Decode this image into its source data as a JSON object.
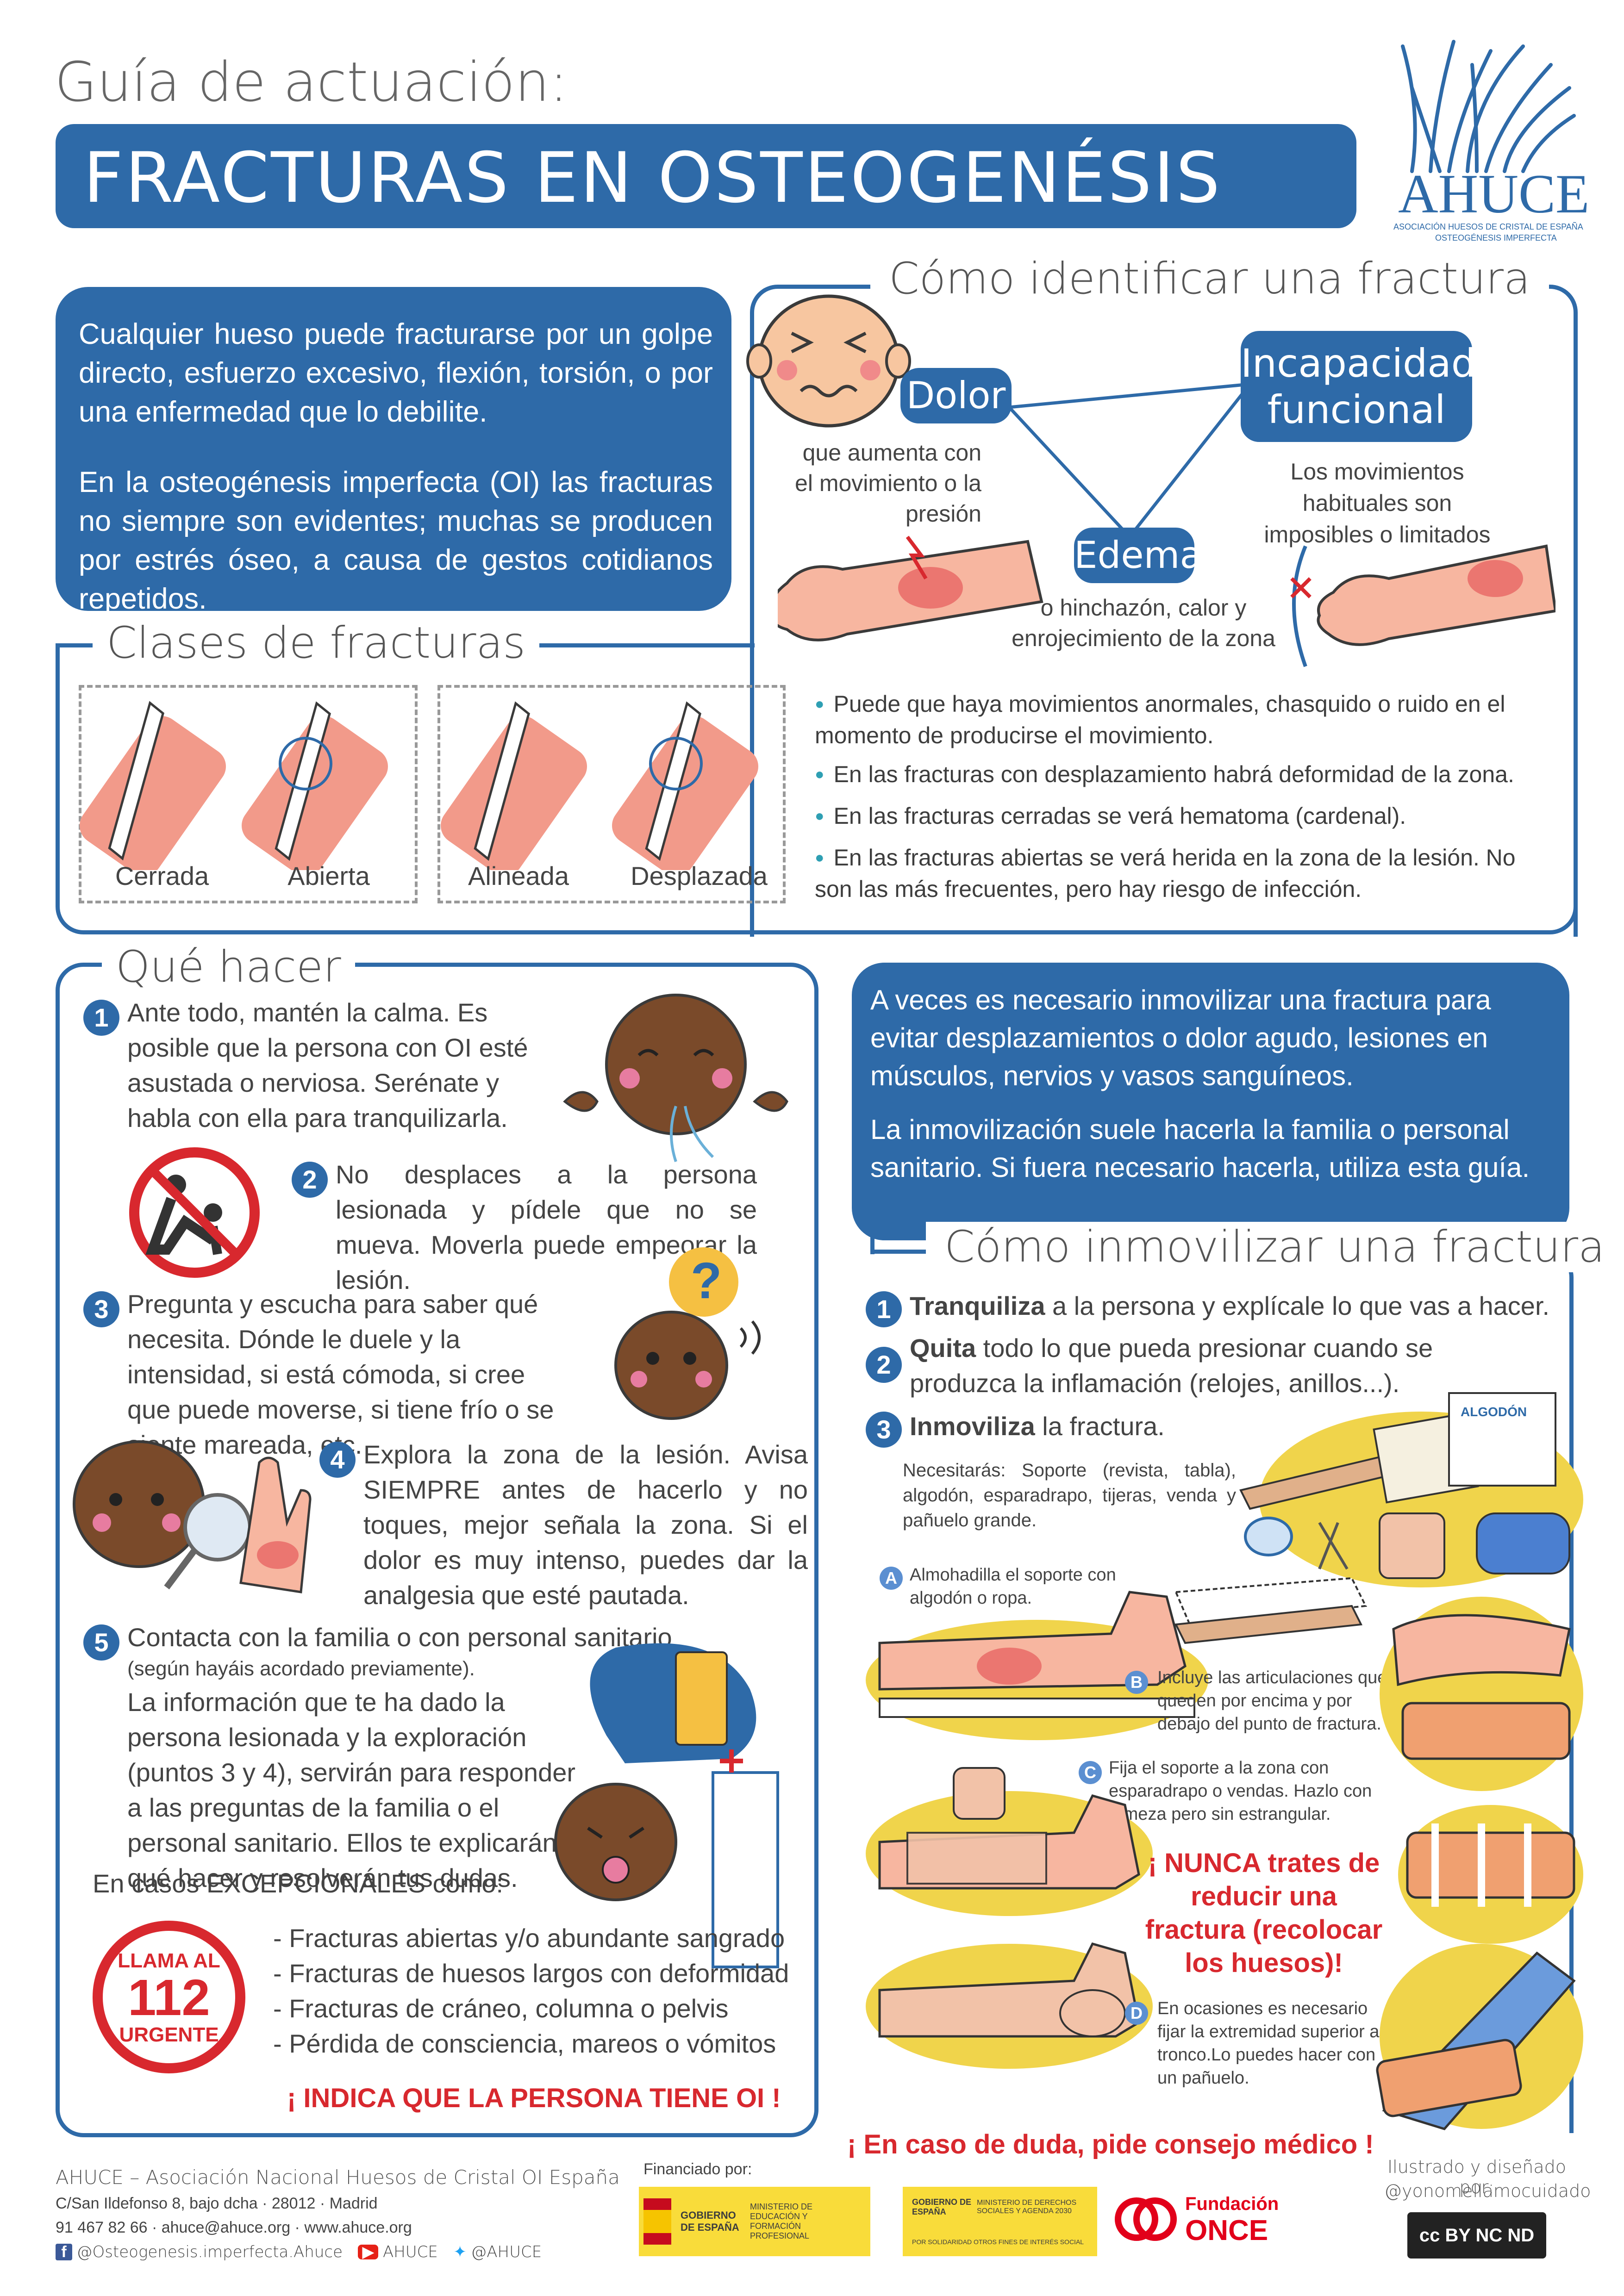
{
  "header": {
    "subtitle": "Guía de actuación:",
    "title": "FRACTURAS EN OSTEOGENÉSIS IMPERFECTA",
    "logo_text": "AHUCE",
    "logo_caption_1": "ASOCIACIÓN HUESOS DE CRISTAL DE ESPAÑA",
    "logo_caption_2": "OSTEOGÉNESIS IMPERFECTA"
  },
  "intro": {
    "p1": "Cualquier hueso puede fracturarse por un golpe directo, esfuerzo excesivo, flexión, torsión, o por una enfermedad que lo debilite.",
    "p2": "En la osteogénesis imperfecta (OI) las fracturas no siempre son evidentes; muchas se producen por estrés óseo, a causa de gestos cotidianos repetidos."
  },
  "identify": {
    "heading": "Cómo identificar una fractura",
    "dolor_label": "Dolor",
    "dolor_text": "que aumenta con el movimiento o la presión",
    "incap_label_1": "Incapacidad",
    "incap_label_2": "funcional",
    "incap_text": "Los movimientos habituales son imposibles o limitados",
    "edema_label": "Edema",
    "edema_text": "o hinchazón, calor y enrojecimiento de la zona"
  },
  "classes": {
    "heading": "Clases de fracturas",
    "items": [
      "Cerrada",
      "Abierta",
      "Alineada",
      "Desplazada"
    ]
  },
  "signs": [
    "Puede que haya movimientos anormales, chasquido o ruido en el momento de producirse el movimiento.",
    "En las fracturas con desplazamiento habrá deformidad de la zona.",
    "En las fracturas cerradas se verá hematoma (cardenal).",
    "En las fracturas abiertas se verá herida en la zona de la lesión. No son las más frecuentes, pero hay riesgo de infección."
  ],
  "que_hacer": {
    "heading": "Qué hacer",
    "steps": [
      {
        "n": "1",
        "text": "Ante todo, mantén la calma. Es posible que la persona con OI esté asustada o nerviosa. Serénate y habla con ella para tranquilizarla."
      },
      {
        "n": "2",
        "text": "No desplaces a la persona lesionada y pídele que no se mueva. Moverla puede empeorar la lesión."
      },
      {
        "n": "3",
        "text": "Pregunta y escucha para saber qué necesita. Dónde le duele y la intensidad, si está cómoda, si cree que puede moverse, si tiene frío o se siente mareada, etc."
      },
      {
        "n": "4",
        "text": "Explora la zona de la lesión. Avisa SIEMPRE antes de hacerlo y no toques, mejor señala la zona. Si el dolor es muy intenso, puedes dar la analgesia que esté pautada."
      },
      {
        "n": "5",
        "text_a": "Contacta con la familia o con personal sanitario",
        "text_b": "(según hayáis acordado previamente).",
        "text_c": "La información que te ha dado la persona lesionada y la exploración (puntos 3 y 4), servirán para responder a las preguntas de la familia o el personal sanitario. Ellos te explicarán qué hacer y resolverán tus dudas."
      }
    ],
    "exceptional_intro": "En casos EXCEPCIONALES como:",
    "exceptional": [
      "- Fracturas abiertas y/o abundante sangrado",
      "- Fracturas de huesos largos con deformidad",
      "- Fracturas de cráneo, columna o pelvis",
      "- Pérdida de consciencia, mareos o vómitos"
    ],
    "call_1": "LLAMA AL",
    "call_num": "112",
    "call_2": "URGENTE",
    "indica": "¡ INDICA QUE LA PERSONA TIENE OI !"
  },
  "immob": {
    "box_p1": "A veces es necesario inmovilizar una fractura para evitar desplazamientos o dolor agudo, lesiones en músculos, nervios y vasos sanguíneos.",
    "box_p2": "La inmovilización suele hacerla la familia o personal sanitario. Si fuera necesario hacerla, utiliza esta guía.",
    "heading": "Cómo inmovilizar una fractura",
    "s1_bold": "Tranquiliza",
    "s1_rest": " a la persona y explícale lo que vas a hacer.",
    "s2_bold": "Quita",
    "s2_rest": " todo lo que pueda presionar cuando se produzca la inflamación (relojes, anillos...).",
    "s3_bold": "Inmoviliza",
    "s3_rest": " la fractura.",
    "needs": "Necesitarás: Soporte (revista, tabla), algodón, esparadrapo, tijeras, venda y pañuelo grande.",
    "algodon": "ALGODÓN",
    "a_text": "Almohadilla el soporte con algodón o ropa.",
    "b_text": "Incluye las articulaciones que queden por encima y por debajo del punto de fractura.",
    "c_text": "Fija el soporte a la zona con esparadrapo o vendas. Hazlo con firmeza pero sin estrangular.",
    "d_text": "En ocasiones es necesario fijar la extremidad superior al tronco.Lo puedes hacer con un pañuelo.",
    "nunca": "¡ NUNCA trates de reducir una fractura (recolocar los huesos)!",
    "duda": "¡ En caso de duda, pide consejo médico !"
  },
  "footer": {
    "org": "AHUCE – Asociación Nacional Huesos de Cristal OI España",
    "address": "C/San Ildefonso 8, bajo dcha · 28012 · Madrid",
    "contact": "91 467 82 66 · ahuce@ahuce.org · www.ahuce.org",
    "fb": "@Osteogenesis.imperfecta.Ahuce",
    "yt": "AHUCE",
    "tw": "@AHUCE",
    "financiado": "Financiado por:",
    "gov1": "GOBIERNO DE ESPAÑA",
    "gov1b": "MINISTERIO DE EDUCACIÓN Y FORMACIÓN PROFESIONAL",
    "gov2": "GOBIERNO DE ESPAÑA",
    "gov2b": "MINISTERIO DE DERECHOS SOCIALES Y AGENDA 2030",
    "gov2c": "POR SOLIDARIDAD OTROS FINES DE INTERÉS SOCIAL",
    "once_1": "Fundación",
    "once_2": "ONCE",
    "illus": "Ilustrado y diseñado por:",
    "illus_by": "@yonomellamocuidado",
    "cc": "cc BY NC ND"
  }
}
